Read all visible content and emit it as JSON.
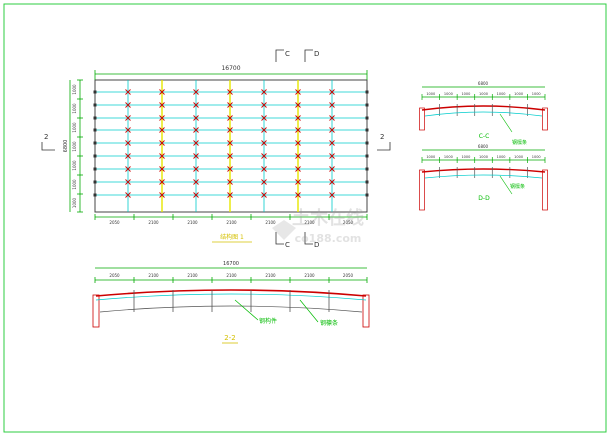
{
  "plan": {
    "overall_dim": "16700",
    "height_dim": "6800",
    "left_dims": [
      "1000",
      "1000",
      "1000",
      "1000",
      "1000",
      "1000",
      "1000"
    ],
    "bottom_dims": [
      "2050",
      "2100",
      "2100",
      "2100",
      "2100",
      "2100",
      "2050"
    ],
    "title": "结构图 1",
    "section_2": "2",
    "section_c": "C",
    "section_d": "D"
  },
  "section_22": {
    "overall_dim": "16700",
    "dims": [
      "2050",
      "2100",
      "2100",
      "2100",
      "2100",
      "2100",
      "2050"
    ],
    "label_a": "钢构件",
    "label_b": "钢檩条",
    "title": "2-2"
  },
  "section_cc": {
    "overall_dim": "6800",
    "dims": [
      "1000",
      "1000",
      "1000",
      "1000",
      "1000",
      "1000",
      "1000"
    ],
    "label": "钢檩条",
    "title": "C-C"
  },
  "section_dd": {
    "overall_dim": "6800",
    "dims": [
      "1000",
      "1000",
      "1000",
      "1000",
      "1000",
      "1000",
      "1000"
    ],
    "label": "钢檩条",
    "title": "D-D"
  },
  "watermark": {
    "text1": "土木在线",
    "text2": "co188.com"
  },
  "colors": {
    "border": "#2ecc40",
    "structure": "#00cccc",
    "beam_yellow": "#e6e600",
    "roof_red": "#cc0000",
    "dim_green": "#00aa00",
    "label_green": "#00bb00",
    "title_yellow": "#d4c000"
  }
}
